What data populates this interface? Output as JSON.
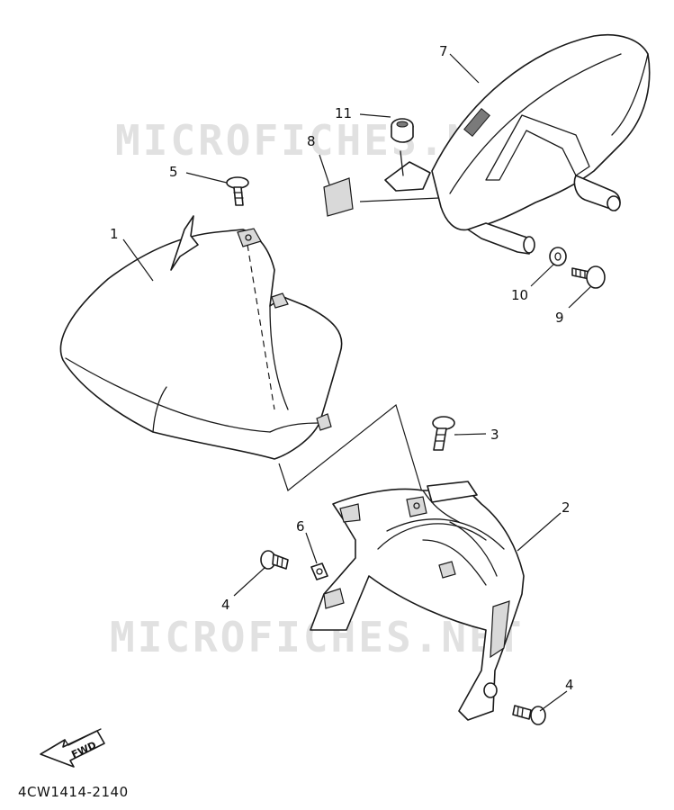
{
  "watermark": {
    "text": "MICROFICHES.NET"
  },
  "drawing_code": "4CW1414-2140",
  "direction_arrow": {
    "label": "FWD"
  },
  "callouts": {
    "c1": "1",
    "c2": "2",
    "c3": "3",
    "c4a": "4",
    "c4b": "4",
    "c5": "5",
    "c6": "6",
    "c7": "7",
    "c8": "8",
    "c9": "9",
    "c10": "10",
    "c11": "11"
  }
}
